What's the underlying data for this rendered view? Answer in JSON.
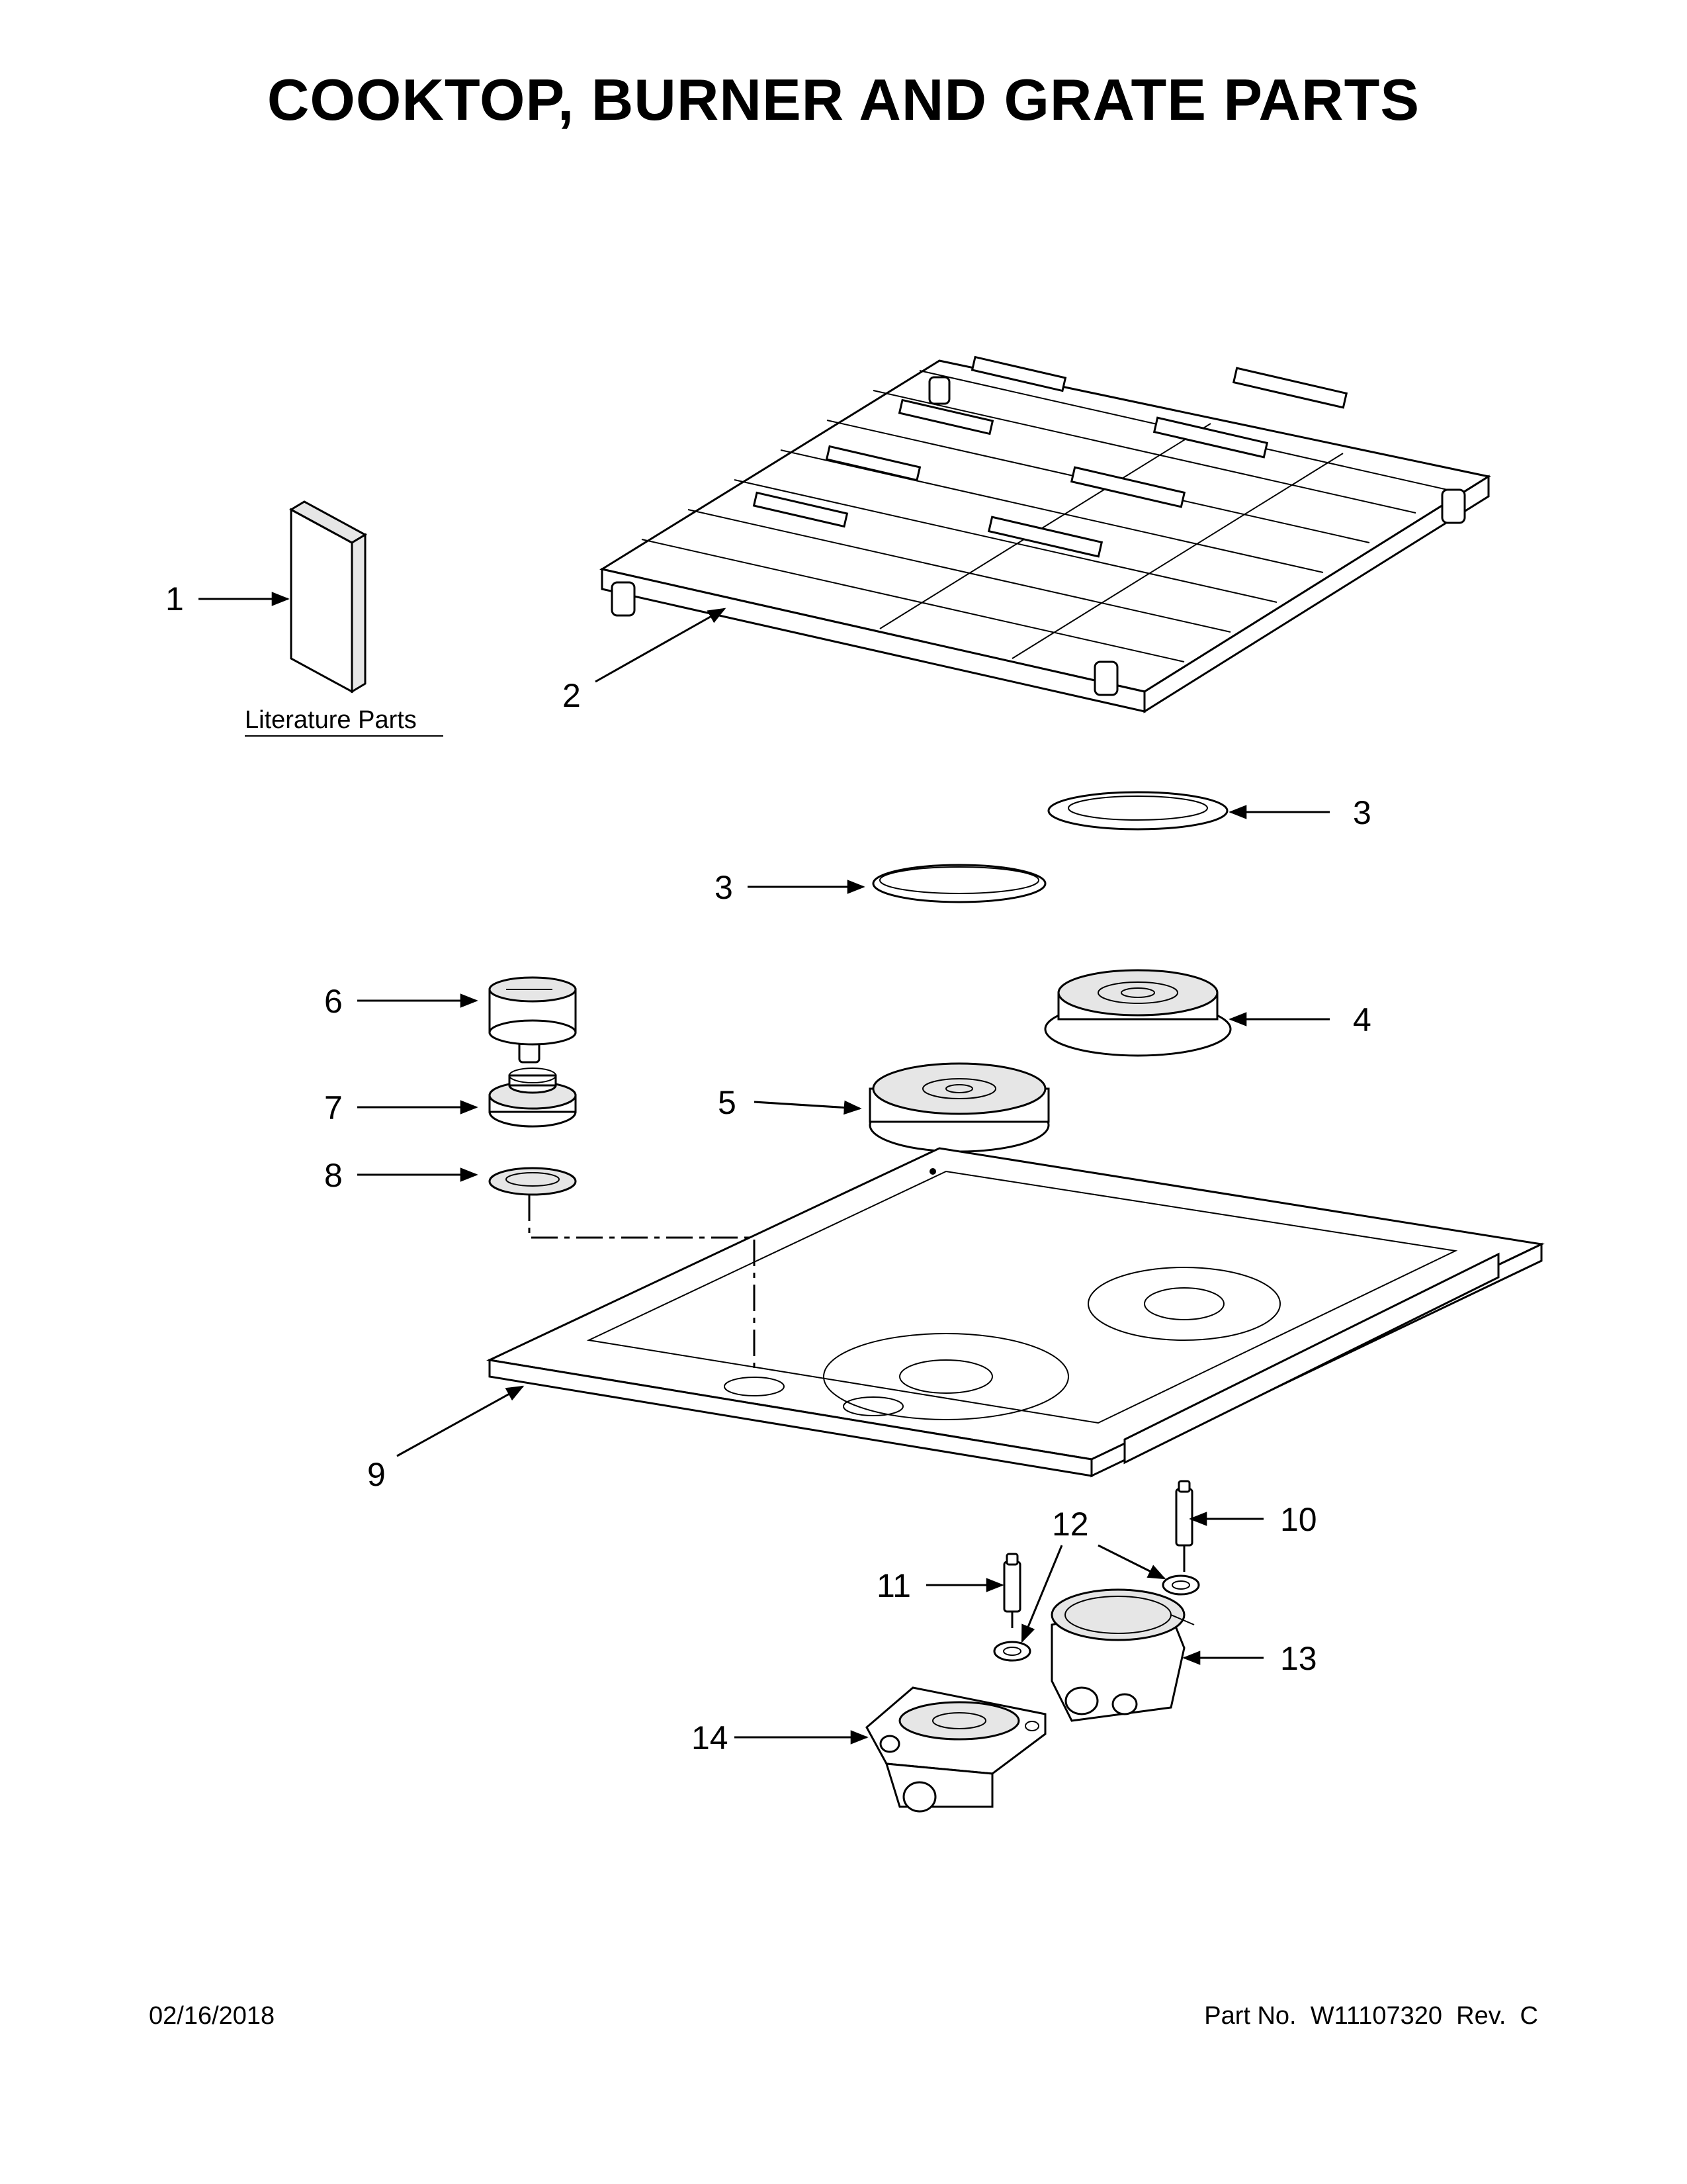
{
  "page": {
    "title": "COOKTOP, BURNER AND GRATE PARTS",
    "date": "02/16/2018",
    "part_number": "Part No.  W11107320  Rev.  C"
  },
  "literature": {
    "label": "Literature Parts"
  },
  "callouts": {
    "c1": "1",
    "c2": "2",
    "c3a": "3",
    "c3b": "3",
    "c4": "4",
    "c5": "5",
    "c6": "6",
    "c7": "7",
    "c8": "8",
    "c9": "9",
    "c10": "10",
    "c11": "11",
    "c12": "12",
    "c13": "13",
    "c14": "14"
  }
}
